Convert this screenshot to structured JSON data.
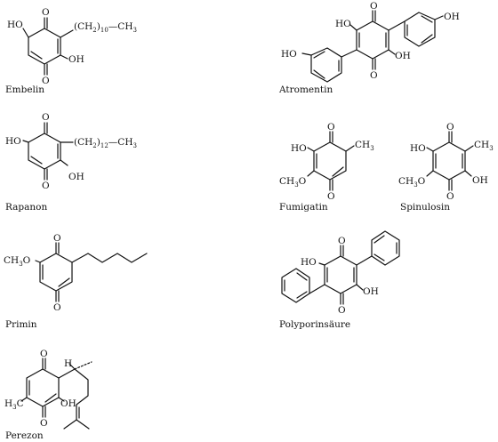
{
  "compounds": {
    "embelin": {
      "name": "Embelin",
      "sub1": "HO",
      "sub2": "OH",
      "chain_pre": "(CH",
      "chain_sub2": "2",
      "chain_mid": ")",
      "chain_n": "10",
      "chain_end": "—CH",
      "chain_sub3": "3"
    },
    "atromentin": {
      "name": "Atromentin",
      "sub1": "HO",
      "sub2": "OH",
      "sub3": "HO",
      "sub4": "OH"
    },
    "rapanon": {
      "name": "Rapanon",
      "sub1": "HO",
      "sub2": "OH",
      "chain_pre": "(CH",
      "chain_sub2": "2",
      "chain_mid": ")",
      "chain_n": "12",
      "chain_end": "—CH",
      "chain_sub3": "3"
    },
    "fumigatin": {
      "name": "Fumigatin",
      "sub1": "HO",
      "methoxy": "CH",
      "methoxy_sub": "3",
      "methoxy_o": "O",
      "methyl": "CH",
      "methyl_sub": "3"
    },
    "spinulosin": {
      "name": "Spinulosin",
      "sub1": "HO",
      "sub2": "OH",
      "methoxy": "CH",
      "methoxy_sub": "3",
      "methoxy_o": "O",
      "methyl": "CH",
      "methyl_sub": "3"
    },
    "primin": {
      "name": "Primin",
      "methoxy": "CH",
      "methoxy_sub": "3",
      "methoxy_o": "O"
    },
    "polyporinsaure": {
      "name": "Polyporinsäure",
      "sub1": "HO",
      "sub2": "OH"
    },
    "perezon": {
      "name": "Perezon",
      "sub1": "OH",
      "h": "H",
      "methyl": "H",
      "methyl_sub": "3",
      "methyl_c": "C"
    }
  },
  "atoms": {
    "o": "O"
  }
}
